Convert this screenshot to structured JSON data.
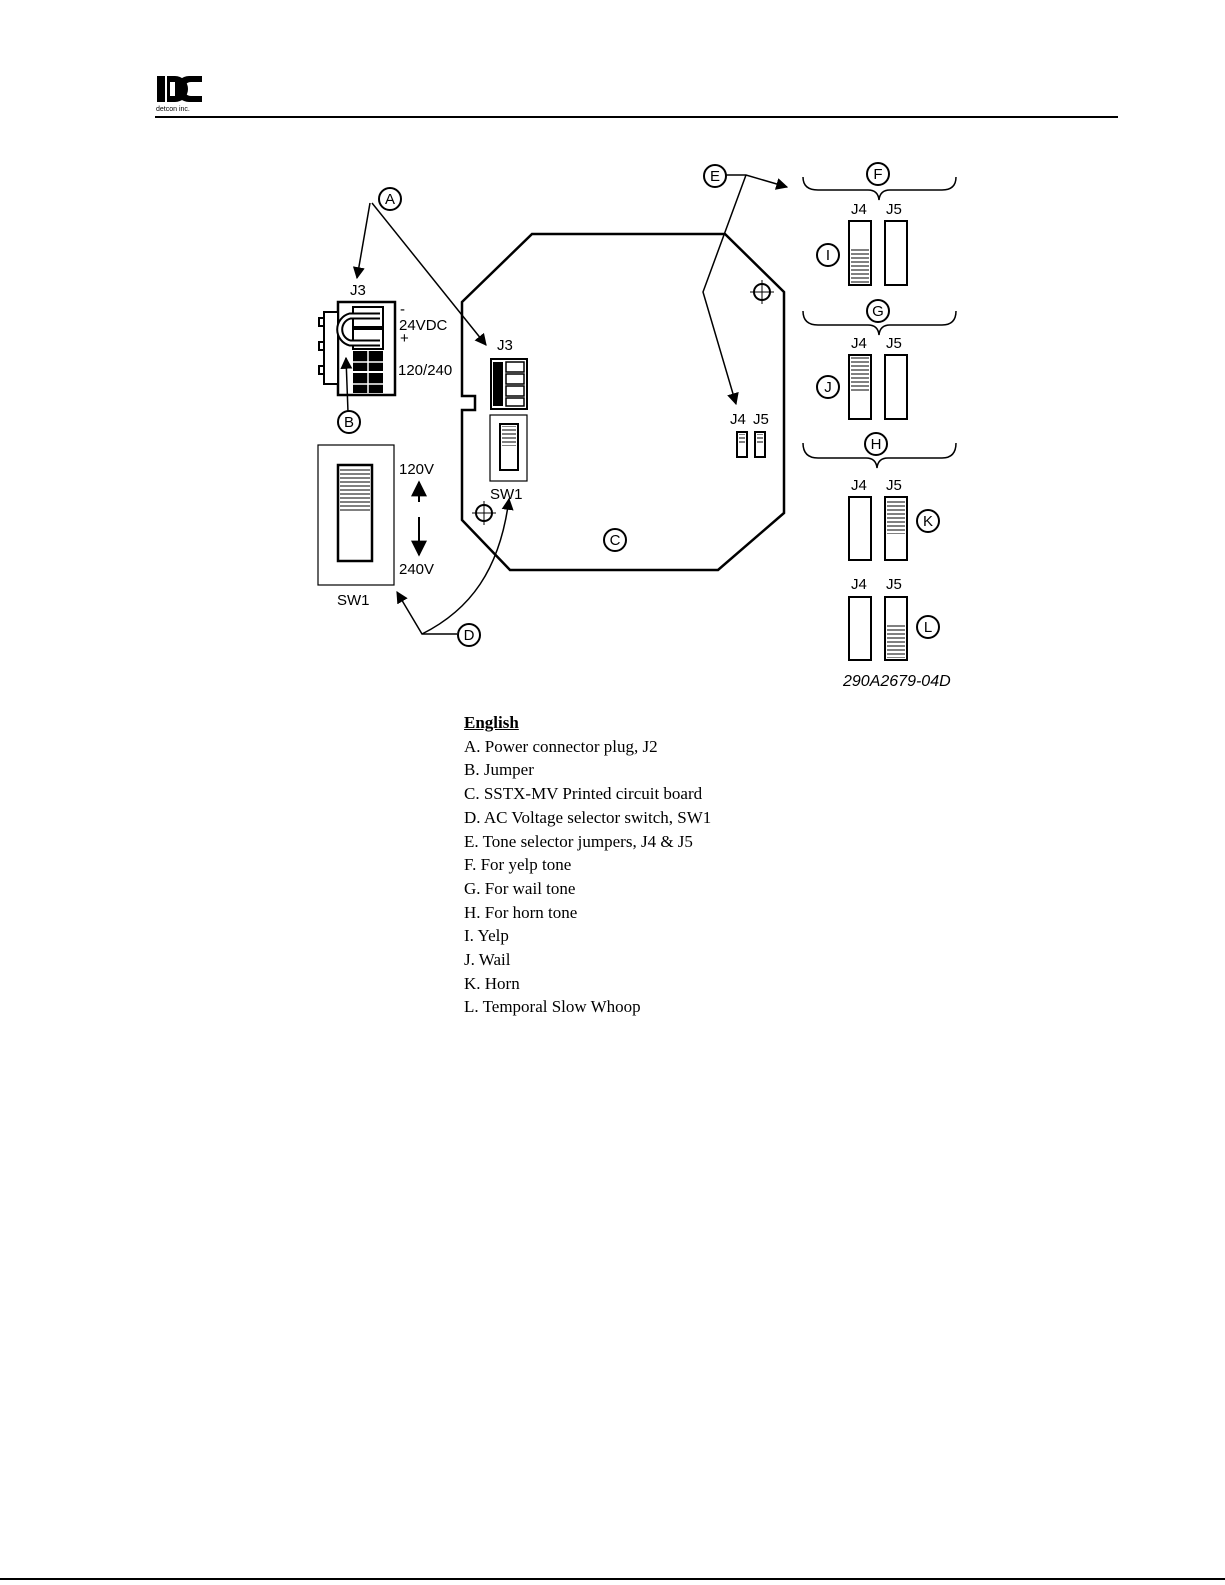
{
  "header": {
    "logo_text": "detcon inc."
  },
  "diagram": {
    "connector_j3_left": {
      "label": "J3",
      "minus": "-",
      "dc_label": "24VDC",
      "plus": "+",
      "ac_label": "120/240"
    },
    "board_j3_label": "J3",
    "board_sw1_label": "SW1",
    "sw1_detail": {
      "label": "SW1",
      "top_label": "120V",
      "bottom_label": "240V"
    },
    "board_jumper_labels": {
      "j4": "J4",
      "j5": "J5"
    },
    "callouts": {
      "a": "A",
      "b": "B",
      "c": "C",
      "d": "D",
      "e": "E",
      "f": "F",
      "g": "G",
      "h": "H",
      "i": "I",
      "j": "J",
      "k": "K",
      "l": "L"
    },
    "jumper_groups": [
      {
        "j4": "J4",
        "j5": "J5"
      },
      {
        "j4": "J4",
        "j5": "J5"
      },
      {
        "j4": "J4",
        "j5": "J5"
      },
      {
        "j4": "J4",
        "j5": "J5"
      }
    ],
    "catalog_number": "290A2679-04D"
  },
  "legend": {
    "title": "English",
    "items": [
      "A. Power connector plug, J2",
      "B. Jumper",
      "C. SSTX-MV Printed circuit board",
      "D. AC Voltage selector switch, SW1",
      "E. Tone selector jumpers, J4 & J5",
      "F. For yelp tone",
      "G. For wail tone",
      "H. For horn tone",
      "I. Yelp",
      "J. Wail",
      "K. Horn",
      "L. Temporal Slow Whoop"
    ]
  }
}
